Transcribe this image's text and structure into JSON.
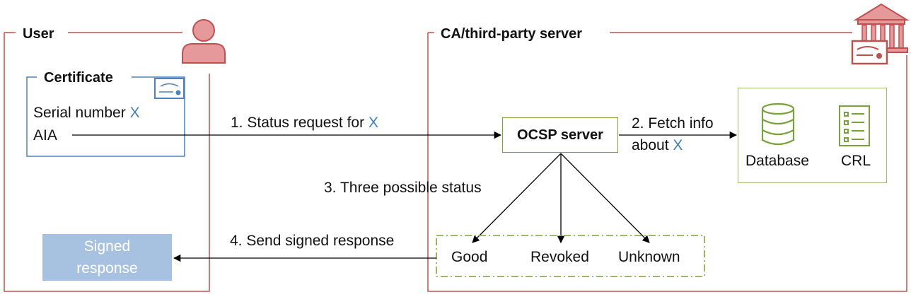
{
  "user_panel": {
    "title": "User"
  },
  "ca_panel": {
    "title": "CA/third-party server"
  },
  "certificate": {
    "title": "Certificate",
    "serial_label": "Serial number",
    "serial_var": "X",
    "aia_label": "AIA"
  },
  "steps": {
    "step1_text": "1. Status request for",
    "step1_var": "X",
    "step2_line1": "2. Fetch info",
    "step2_line2": "about",
    "step2_var": "X",
    "step3_text": "3. Three possible status",
    "step4_text": "4. Send signed response"
  },
  "ocsp_server": {
    "label": "OCSP server"
  },
  "data_sources": {
    "database_label": "Database",
    "crl_label": "CRL"
  },
  "statuses": {
    "good": "Good",
    "revoked": "Revoked",
    "unknown": "Unknown"
  },
  "signed_response": {
    "line1": "Signed",
    "line2": "response"
  },
  "colors": {
    "panel_border": "#c0504d",
    "cert_border": "#4f81bd",
    "variable_x": "#3f7fbf",
    "green": "#77a33a",
    "signed_fill": "#a7c2e0"
  },
  "icons": [
    "user-icon",
    "certificate-icon",
    "bank-building-icon",
    "database-icon",
    "crl-list-icon"
  ]
}
